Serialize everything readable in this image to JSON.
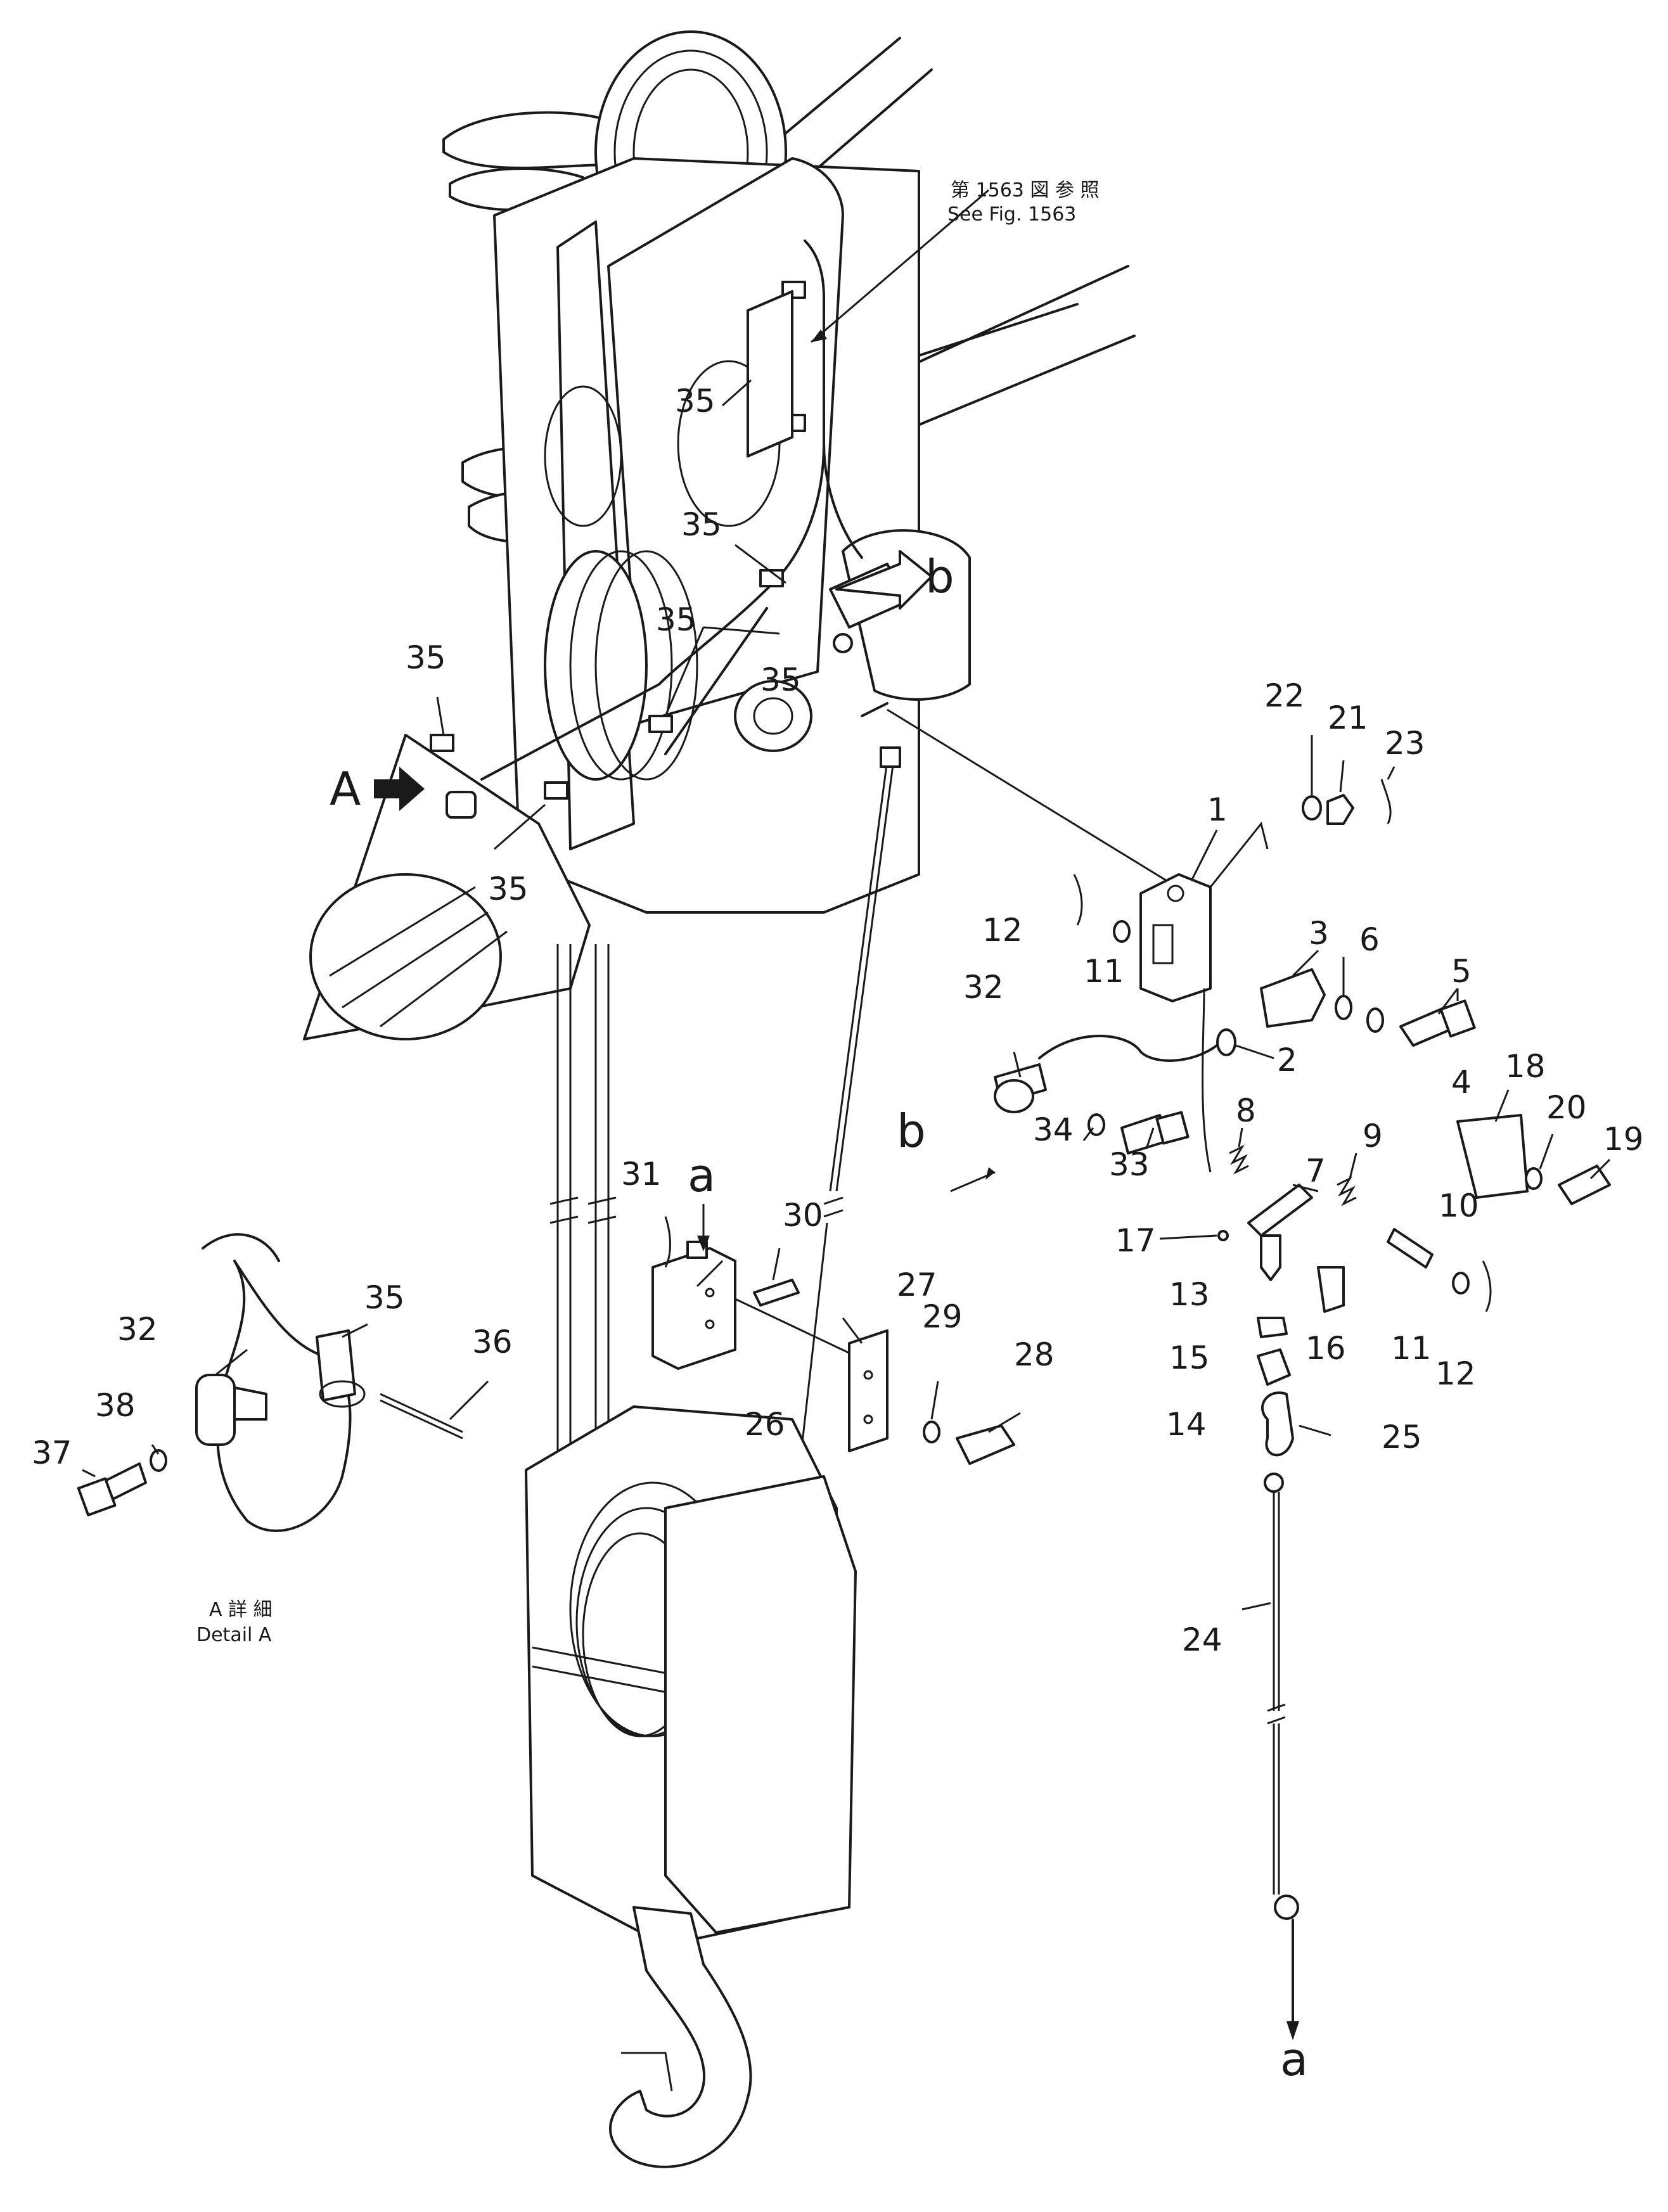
{
  "figure": {
    "reference_jp": "第 1563 図 参 照",
    "reference_en": "See Fig. 1563",
    "detail_caption_jp": "A 詳 細",
    "detail_caption_en": "Detail A",
    "view_marker": "A"
  },
  "connectors": [
    {
      "id": "a-top",
      "text": "a"
    },
    {
      "id": "a-bottom",
      "text": "a"
    },
    {
      "id": "b-top",
      "text": "b"
    },
    {
      "id": "b-left",
      "text": "b"
    }
  ],
  "callouts": [
    {
      "id": "c1",
      "text": "1"
    },
    {
      "id": "c2",
      "text": "2"
    },
    {
      "id": "c3",
      "text": "3"
    },
    {
      "id": "c4",
      "text": "4"
    },
    {
      "id": "c5",
      "text": "5"
    },
    {
      "id": "c6",
      "text": "6"
    },
    {
      "id": "c7",
      "text": "7"
    },
    {
      "id": "c8",
      "text": "8"
    },
    {
      "id": "c9",
      "text": "9"
    },
    {
      "id": "c10",
      "text": "10"
    },
    {
      "id": "c11a",
      "text": "11"
    },
    {
      "id": "c11b",
      "text": "11"
    },
    {
      "id": "c12a",
      "text": "12"
    },
    {
      "id": "c12b",
      "text": "12"
    },
    {
      "id": "c13",
      "text": "13"
    },
    {
      "id": "c14",
      "text": "14"
    },
    {
      "id": "c15",
      "text": "15"
    },
    {
      "id": "c16",
      "text": "16"
    },
    {
      "id": "c17",
      "text": "17"
    },
    {
      "id": "c18",
      "text": "18"
    },
    {
      "id": "c19",
      "text": "19"
    },
    {
      "id": "c20",
      "text": "20"
    },
    {
      "id": "c21",
      "text": "21"
    },
    {
      "id": "c22",
      "text": "22"
    },
    {
      "id": "c23",
      "text": "23"
    },
    {
      "id": "c24",
      "text": "24"
    },
    {
      "id": "c25",
      "text": "25"
    },
    {
      "id": "c26",
      "text": "26"
    },
    {
      "id": "c27",
      "text": "27"
    },
    {
      "id": "c28",
      "text": "28"
    },
    {
      "id": "c29",
      "text": "29"
    },
    {
      "id": "c30",
      "text": "30"
    },
    {
      "id": "c31",
      "text": "31"
    },
    {
      "id": "c32a",
      "text": "32"
    },
    {
      "id": "c32b",
      "text": "32"
    },
    {
      "id": "c33",
      "text": "33"
    },
    {
      "id": "c34",
      "text": "34"
    },
    {
      "id": "c35a",
      "text": "35"
    },
    {
      "id": "c35b",
      "text": "35"
    },
    {
      "id": "c35c",
      "text": "35"
    },
    {
      "id": "c35d",
      "text": "35"
    },
    {
      "id": "c35e",
      "text": "35"
    },
    {
      "id": "c35f",
      "text": "35"
    },
    {
      "id": "c35g",
      "text": "35"
    },
    {
      "id": "c36",
      "text": "36"
    },
    {
      "id": "c37",
      "text": "37"
    },
    {
      "id": "c38",
      "text": "38"
    }
  ]
}
